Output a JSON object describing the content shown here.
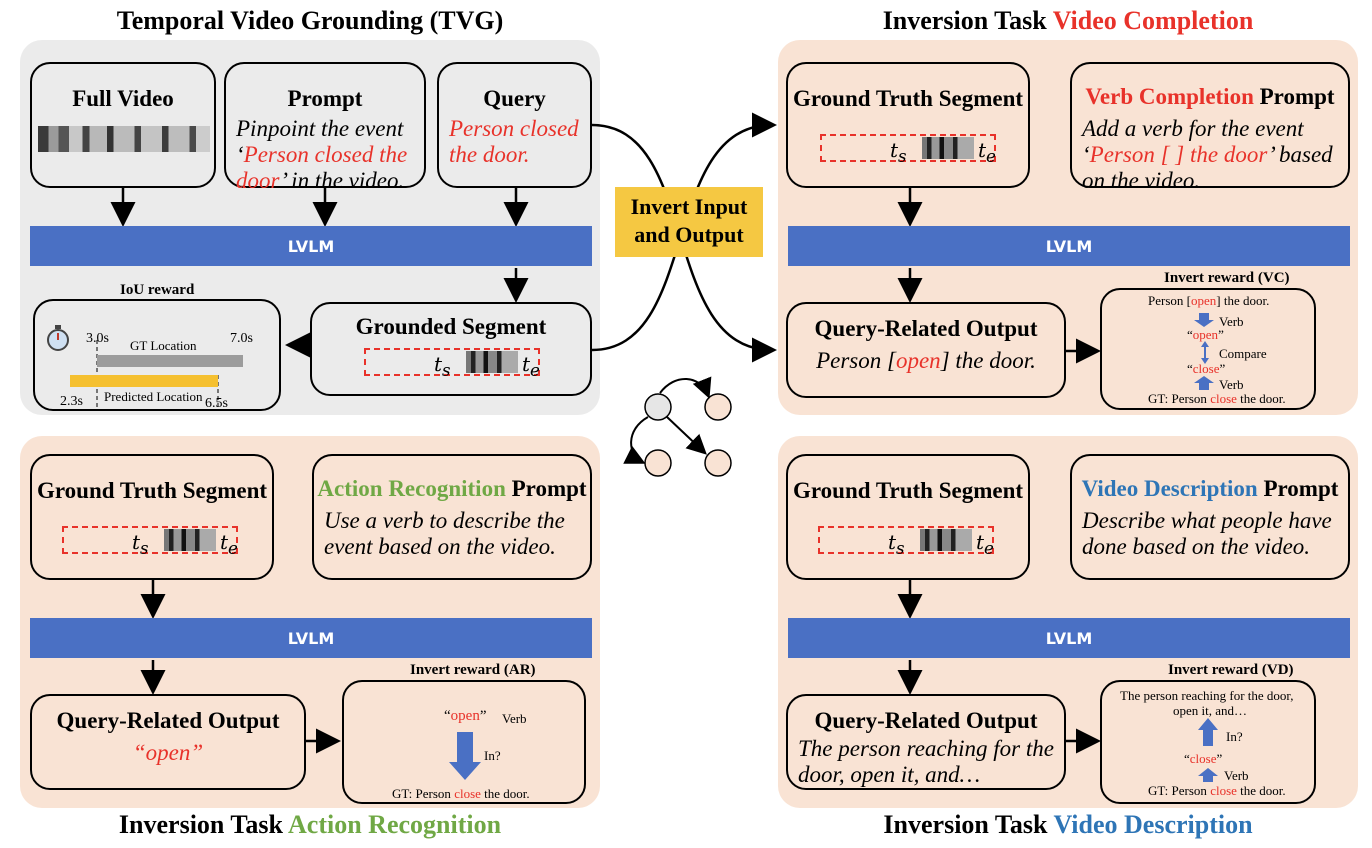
{
  "tvg": {
    "title": "Temporal Video Grounding (TVG)",
    "full_video": "Full Video",
    "prompt_title": "Prompt",
    "prompt_text_1": "Pinpoint the event",
    "prompt_text_2a": "‘",
    "prompt_text_2b": "Person closed the",
    "prompt_text_3a": "door",
    "prompt_text_3b": "’ in the video.",
    "query_title": "Query",
    "query_text_1": "Person closed",
    "query_text_2": "the door.",
    "lvlm": "LVLM",
    "grounded_segment": "Grounded Segment",
    "ts": "t",
    "ts_sub": "s",
    "te": "t",
    "te_sub": "e",
    "iou_title": "IoU reward",
    "gt_start": "3.0s",
    "gt_end": "7.0s",
    "gt_label": "GT Location",
    "pred_start": "2.3s",
    "pred_end": "6.5s",
    "pred_label": "Predicted Location"
  },
  "center": {
    "invert_label_1": "Invert Input",
    "invert_label_2": "and Output"
  },
  "vc": {
    "title_prefix": "Inversion Task ",
    "title_highlight": "Video Completion",
    "gt_segment": "Ground Truth Segment",
    "prompt_highlight": "Verb Completion",
    "prompt_suffix": " Prompt",
    "prompt_text_1": "Add a verb for the event",
    "prompt_text_2a": "‘",
    "prompt_text_2b": "Person [ ] the door",
    "prompt_text_2c": "’ based",
    "prompt_text_3": "on the video.",
    "lvlm": "LVLM",
    "output_title": "Query-Related Output",
    "output_a": "Person [",
    "output_b": "open",
    "output_c": "] the door.",
    "reward_title": "Invert reward (VC)",
    "r_line1a": "Person [",
    "r_line1b": "open",
    "r_line1c": "] the door.",
    "r_verb1": "Verb",
    "r_open": "open",
    "r_compare": "Compare",
    "r_close": "close",
    "r_verb2": "Verb",
    "r_gt_a": "GT: Person ",
    "r_gt_b": "close",
    "r_gt_c": " the door."
  },
  "ar": {
    "title_prefix": "Inversion Task ",
    "title_highlight": "Action Recognition",
    "gt_segment": "Ground Truth Segment",
    "prompt_highlight": "Action Recognition",
    "prompt_suffix": " Prompt",
    "prompt_text_1": "Use a verb to describe the",
    "prompt_text_2": "event based on the video.",
    "lvlm": "LVLM",
    "output_title": "Query-Related Output",
    "output_text": "open",
    "reward_title": "Invert reward (AR)",
    "r_open": "open",
    "r_verb": "Verb",
    "r_in": "In?",
    "r_gt_a": "GT: Person ",
    "r_gt_b": "close",
    "r_gt_c": " the door."
  },
  "vd": {
    "title_prefix": "Inversion Task ",
    "title_highlight": "Video Description",
    "gt_segment": "Ground Truth Segment",
    "prompt_highlight": "Video Description",
    "prompt_suffix": " Prompt",
    "prompt_text_1": "Describe what people have",
    "prompt_text_2": "done based on the video.",
    "lvlm": "LVLM",
    "output_title": "Query-Related Output",
    "output_text_1": "The person reaching for the",
    "output_text_2": "door, open it, and…",
    "reward_title": "Invert reward (VD)",
    "r_line1": "The person reaching for the door,",
    "r_line2": "open it, and…",
    "r_in": "In?",
    "r_close": "close",
    "r_verb": "Verb",
    "r_gt_a": "GT: Person ",
    "r_gt_b": "close",
    "r_gt_c": " the door."
  },
  "colors": {
    "lvlm": "#4a70c4",
    "red_text": "#e8322a",
    "green_text": "#70a845",
    "blue_text": "#2e75b6",
    "invert_box": "#f5c842",
    "panel_gray": "#ebebeb",
    "panel_peach": "#f9e3d4"
  }
}
